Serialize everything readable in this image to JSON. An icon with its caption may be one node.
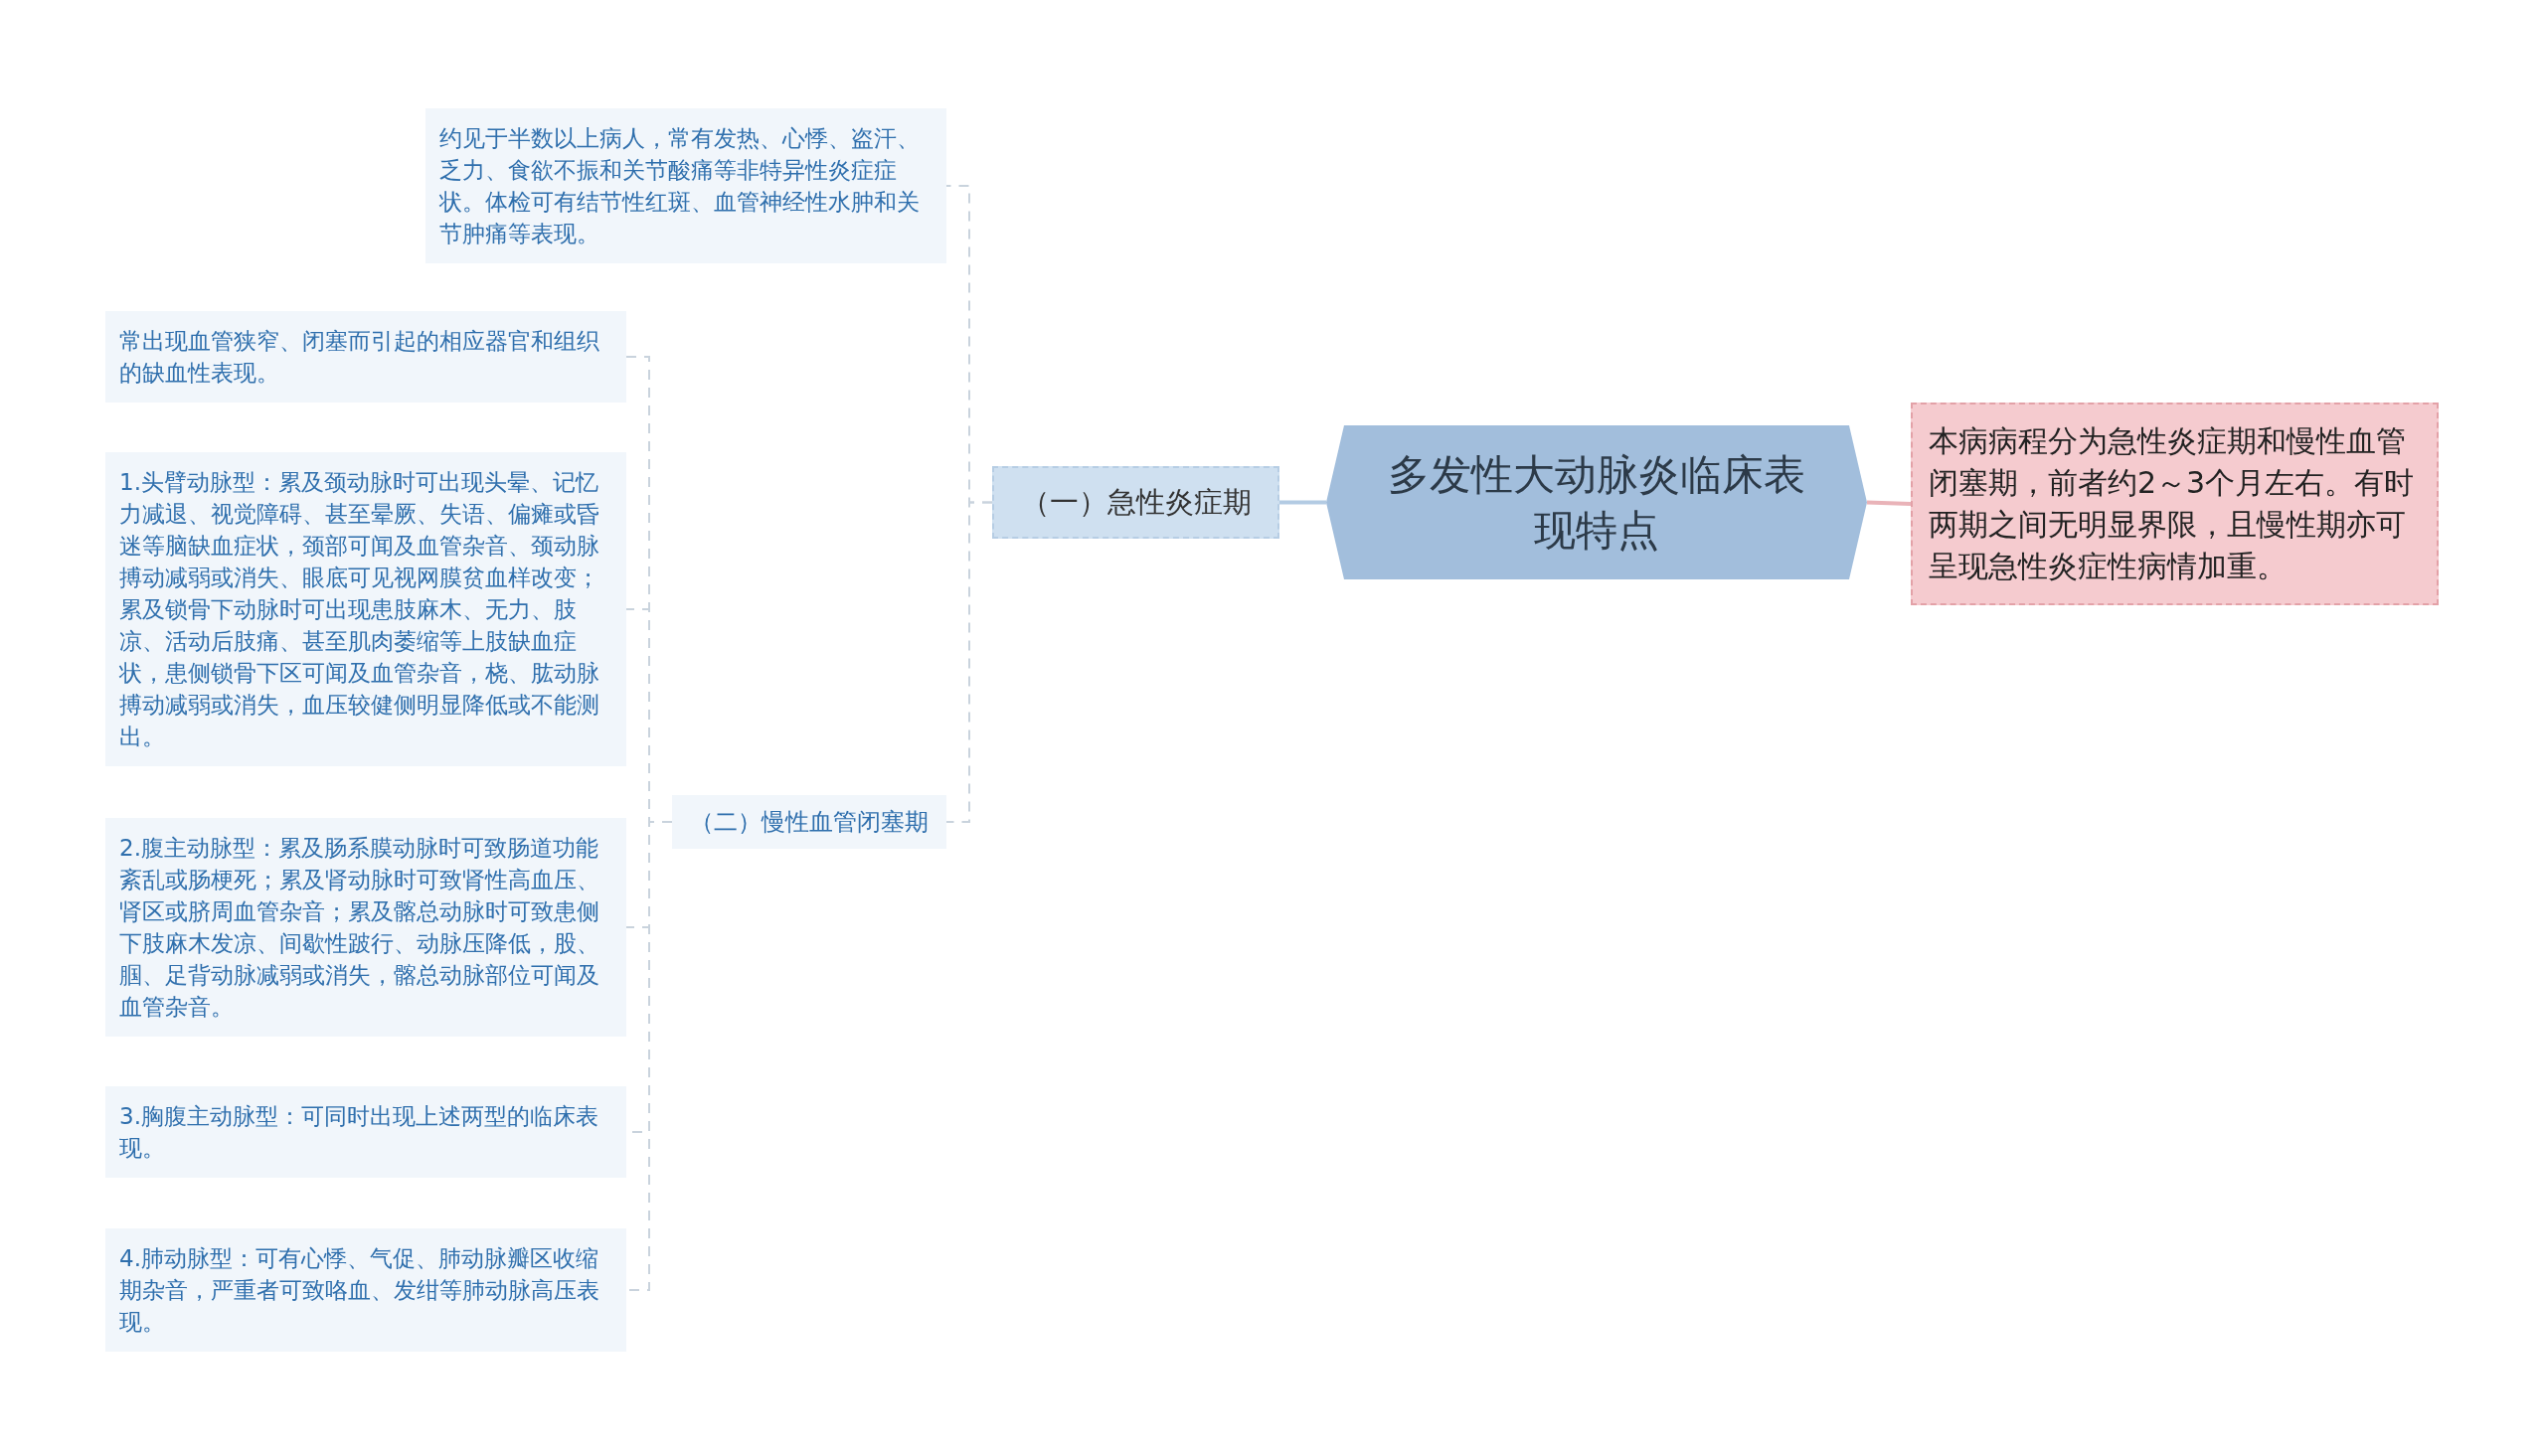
{
  "diagram": {
    "nodes": [
      {
        "text": [
          "多发性大动脉炎临床表现特点"
        ]
      },
      {
        "text": [
          "本病病程分为急性炎症期和慢性血管闭塞期，前者约2～3个月左右。有时两期之间无明显界限，且慢性期亦可呈现急性炎症性病情加重。"
        ]
      },
      {
        "text": [
          "（一）急性炎症期"
        ]
      },
      {
        "text": [
          "约见于半数以上病人，常有发热、心悸、盗汗、乏力、食欲不振和关节酸痛等非特异性炎症症状。体检可有结节性红斑、血管神经性水肿和关节肿痛等表现。"
        ]
      },
      {
        "text": [
          "（二）慢性血管闭塞期"
        ]
      },
      {
        "text": [
          "常出现血管狭窄、闭塞而引起的相应器官和组织的缺血性表现。"
        ]
      },
      {
        "text": [
          "1.头臂动脉型：累及颈动脉时可出现头晕、记忆力减退、视觉障碍、甚至晕厥、失语、偏瘫或昏迷等脑缺血症状，颈部可闻及血管杂音、颈动脉搏动减弱或消失、眼底可见视网膜贫血样改变；累及锁骨下动脉时可出现患肢麻木、无力、肢凉、活动后肢痛、甚至肌肉萎缩等上肢缺血症状，患侧锁骨下区可闻及血管杂音，桡、肱动脉搏动减弱或消失，血压较健侧明显降低或不能测出。"
        ]
      },
      {
        "text": [
          "2.腹主动脉型：累及肠系膜动脉时可致肠道功能紊乱或肠梗死；累及肾动脉时可致肾性高血压、肾区或脐周血管杂音；累及髂总动脉时可致患侧下肢麻木发凉、间歇性跛行、动脉压降低，股、腘、足背动脉减弱或消失，髂总动脉部位可闻及血管杂音。"
        ]
      },
      {
        "text": [
          "3.胸腹主动脉型：可同时出现上述两型的临床表现。"
        ]
      },
      {
        "text": [
          "4.肺动脉型：可有心悸、气促、肺动脉瓣区收缩期杂音，严重者可致咯血、发绀等肺动脉高压表现。"
        ]
      }
    ],
    "edges": [
      {
        "from": 0,
        "to": 1,
        "arrow": "none",
        "color": "#e9b3b8"
      },
      {
        "from": 0,
        "to": 2,
        "arrow": "none",
        "color": "#b3cbe3"
      },
      {
        "from": 2,
        "to": 3,
        "arrow": "none",
        "style": "dashed"
      },
      {
        "from": 2,
        "to": 4,
        "arrow": "none",
        "style": "dashed"
      },
      {
        "from": 4,
        "to": 5,
        "arrow": "none",
        "style": "dashed"
      },
      {
        "from": 4,
        "to": 6,
        "arrow": "none",
        "style": "dashed"
      },
      {
        "from": 4,
        "to": 7,
        "arrow": "none",
        "style": "dashed"
      },
      {
        "from": 4,
        "to": 8,
        "arrow": "none",
        "style": "dashed"
      },
      {
        "from": 4,
        "to": 9,
        "arrow": "none",
        "style": "dashed"
      }
    ]
  }
}
